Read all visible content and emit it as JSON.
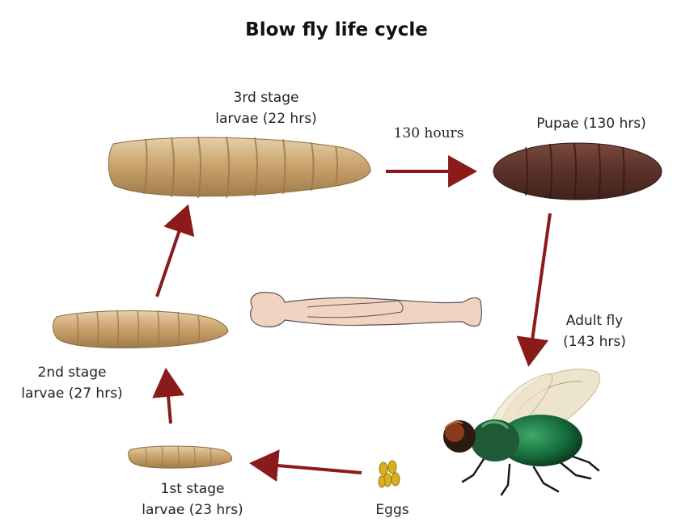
{
  "title": "Blow fly life cycle",
  "stages": {
    "third_larvae": {
      "line1": "3rd stage",
      "line2": "larvae (22 hrs)"
    },
    "pupae": "Pupae (130 hrs)",
    "adult": {
      "line1": "Adult fly",
      "line2": "(143 hrs)"
    },
    "second_larvae": {
      "line1": "2nd stage",
      "line2": "larvae (27 hrs)"
    },
    "first_larvae": {
      "line1": "1st stage",
      "line2": "larvae (23 hrs)"
    },
    "eggs": "Eggs"
  },
  "transition_label": "130 hours",
  "colors": {
    "arrow": "#8b1a1a",
    "larva": "#c9a77a",
    "pupa": "#5a3128",
    "body_outline": "#f2d3c2"
  }
}
